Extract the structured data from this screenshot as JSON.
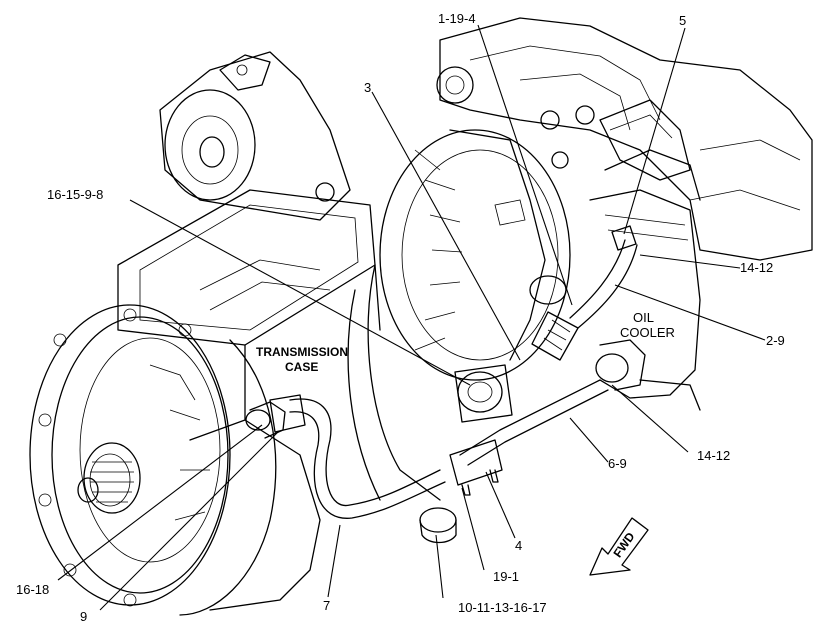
{
  "labels": {
    "c1": "1-19-4",
    "c2": "5",
    "c3": "3",
    "c4": "16-15-9-8",
    "c5": "14-12",
    "c6": "OIL",
    "c7": "COOLER",
    "c8": "2-9",
    "c9": "TRANSMISSION",
    "c10": "CASE",
    "c11": "14-12",
    "c12": "6-9",
    "c13": "4",
    "c14": "19-1",
    "c15": "16-18",
    "c16": "9",
    "c17": "7",
    "c18": "10-11-13-16-17",
    "fwd": "FWD"
  }
}
